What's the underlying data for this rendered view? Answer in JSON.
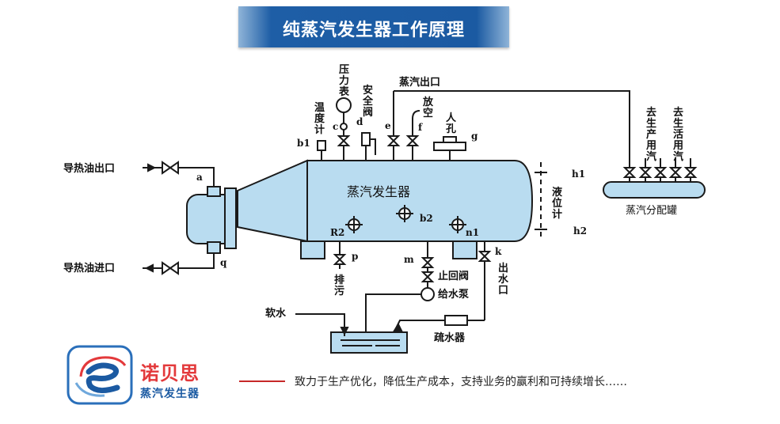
{
  "banner": {
    "title": "纯蒸汽发生器工作原理"
  },
  "diagram": {
    "vessel_label": "蒸汽发生器",
    "oil_outlet": "导热油出口",
    "oil_inlet": "导热油进口",
    "pressure_gauge": [
      "压",
      "力",
      "表"
    ],
    "safety_valve": [
      "安",
      "全",
      "阀"
    ],
    "thermometer": [
      "温",
      "度",
      "计"
    ],
    "steam_outlet": "蒸汽出口",
    "vent": [
      "放",
      "空"
    ],
    "manhole": [
      "人",
      "孔"
    ],
    "level_gauge": [
      "液",
      "位",
      "计"
    ],
    "to_production": [
      "去",
      "生",
      "产",
      "用",
      "汽"
    ],
    "to_living": [
      "去",
      "生",
      "活",
      "用",
      "汽"
    ],
    "distributor": "蒸汽分配罐",
    "drain": [
      "排",
      "污"
    ],
    "check_valve": "止回阀",
    "feed_pump": "给水泵",
    "water_outlet": [
      "出",
      "水",
      "口"
    ],
    "soft_water": "软水",
    "trap": "疏水器",
    "letters": {
      "a": "a",
      "q": "q",
      "b1": "b1",
      "c": "c",
      "d": "d",
      "e": "e",
      "f": "f",
      "g": "g",
      "b2": "b2",
      "R2": "R2",
      "n1": "n1",
      "p": "p",
      "m": "m",
      "k": "k",
      "h1": "h1",
      "h2": "h2"
    }
  },
  "footer": {
    "brand_name": "诺贝思",
    "brand_sub": "蒸汽发生器",
    "slogan": "致力于生产优化，降低生产成本，支持业务的赢利和可持续增长……"
  },
  "colors": {
    "vessel_fill": "#b9dcf0",
    "banner_blue": "#1b5aa2",
    "brand_red": "#e3393b"
  }
}
